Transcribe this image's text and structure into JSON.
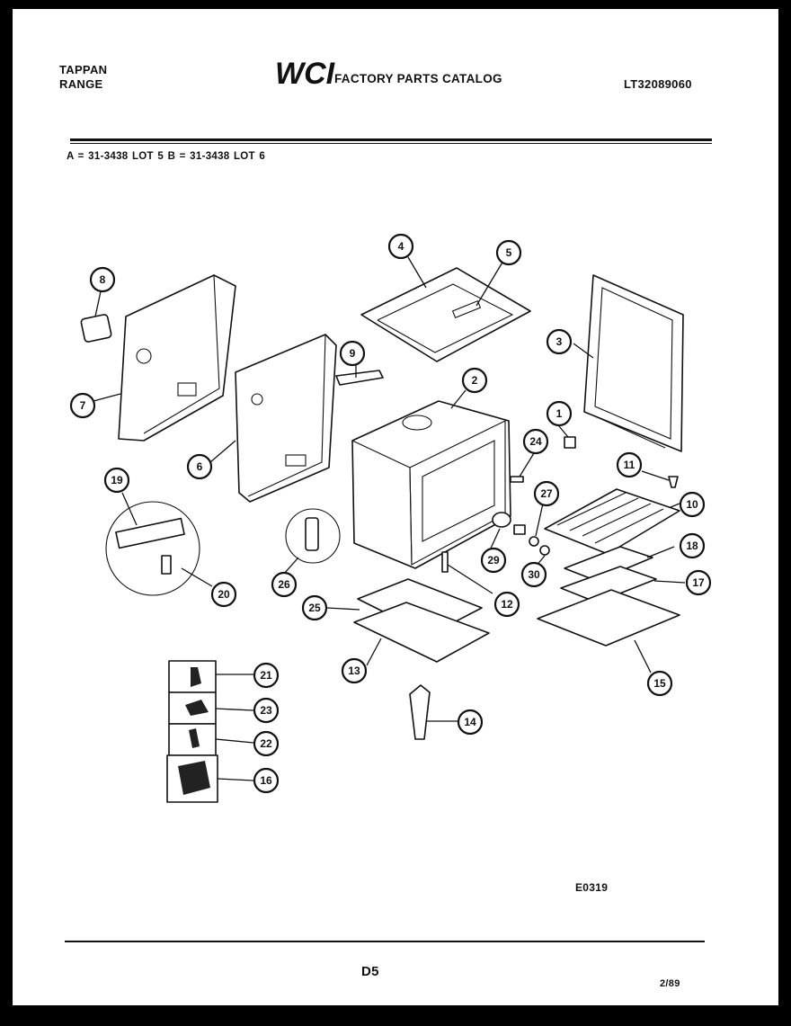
{
  "header": {
    "brand": "TAPPAN",
    "product": "RANGE",
    "logo_text": "WCI",
    "catalog_title": "FACTORY PARTS CATALOG",
    "model_number": "LT32089060"
  },
  "lot_legend": "A = 31-3438 LOT 5     B = 31-3438 LOT 6",
  "callouts": [
    "1",
    "2",
    "3",
    "4",
    "5",
    "6",
    "7",
    "8",
    "9",
    "10",
    "11",
    "12",
    "13",
    "14",
    "15",
    "16",
    "17",
    "18",
    "19",
    "20",
    "21",
    "22",
    "23",
    "24",
    "25",
    "26",
    "27",
    "29",
    "30"
  ],
  "footer": {
    "drawing_code": "E0319",
    "page_number": "D5",
    "date_code": "2/89"
  },
  "colors": {
    "ink": "#111111",
    "paper": "#ffffff",
    "border": "#000000"
  }
}
